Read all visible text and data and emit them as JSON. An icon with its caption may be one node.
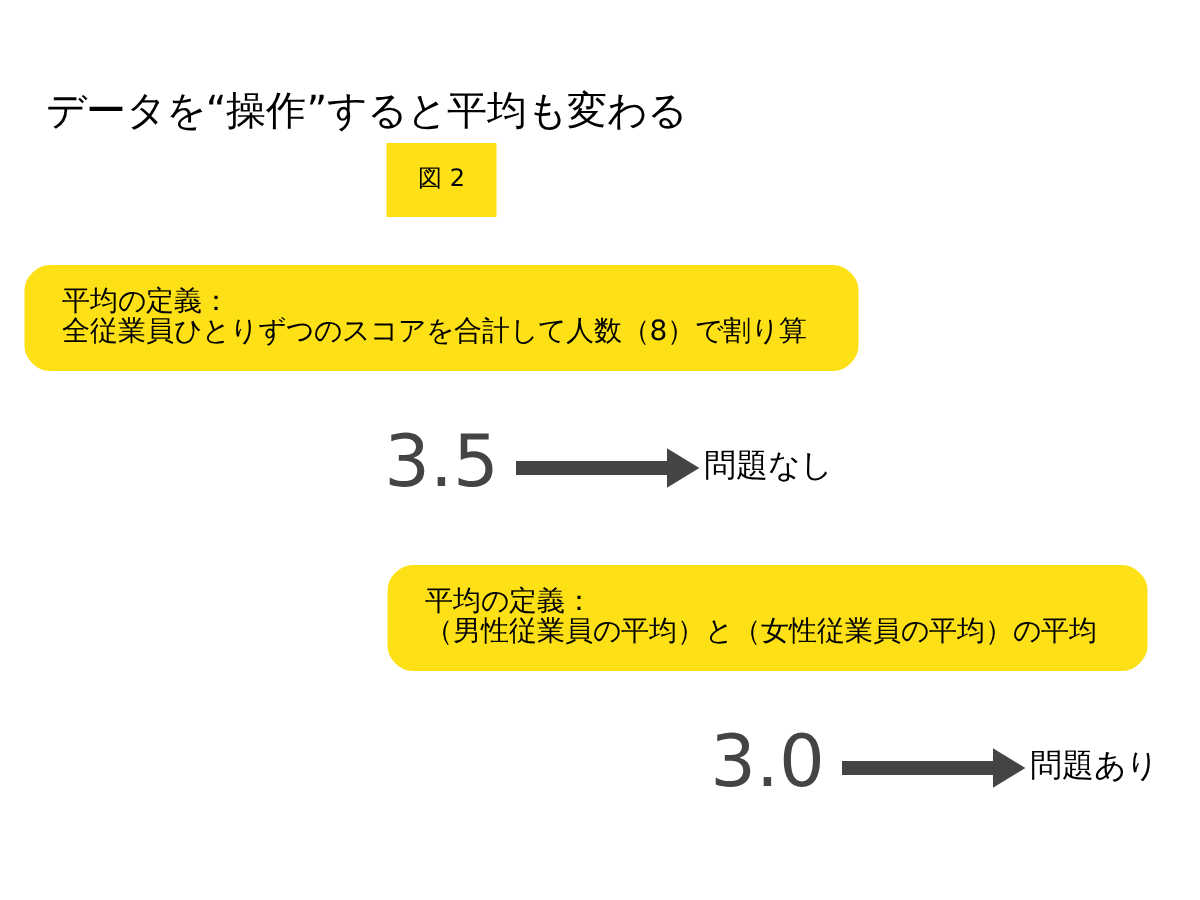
{
  "diagram": {
    "title": "データを“操作”すると平均も変わる",
    "nodes": [
      {
        "text": [
          "平均の定義：",
          "全従業員ひとりずつのスコアを合計して人数（8）で割り算"
        ]
      },
      {
        "text": [
          "3.5"
        ]
      },
      {
        "text": [
          "問題なし"
        ]
      },
      {
        "text": [
          "平均の定義：",
          "（男性従業員の平均）と（女性従業員の平均）の平均"
        ]
      },
      {
        "text": [
          "3.0"
        ]
      },
      {
        "text": [
          "問題あり"
        ]
      }
    ],
    "edges": [
      {
        "from": 1,
        "to": 2,
        "arrow": "to"
      },
      {
        "from": 4,
        "to": 5,
        "arrow": "to"
      }
    ],
    "labels": [
      "図 2"
    ]
  }
}
